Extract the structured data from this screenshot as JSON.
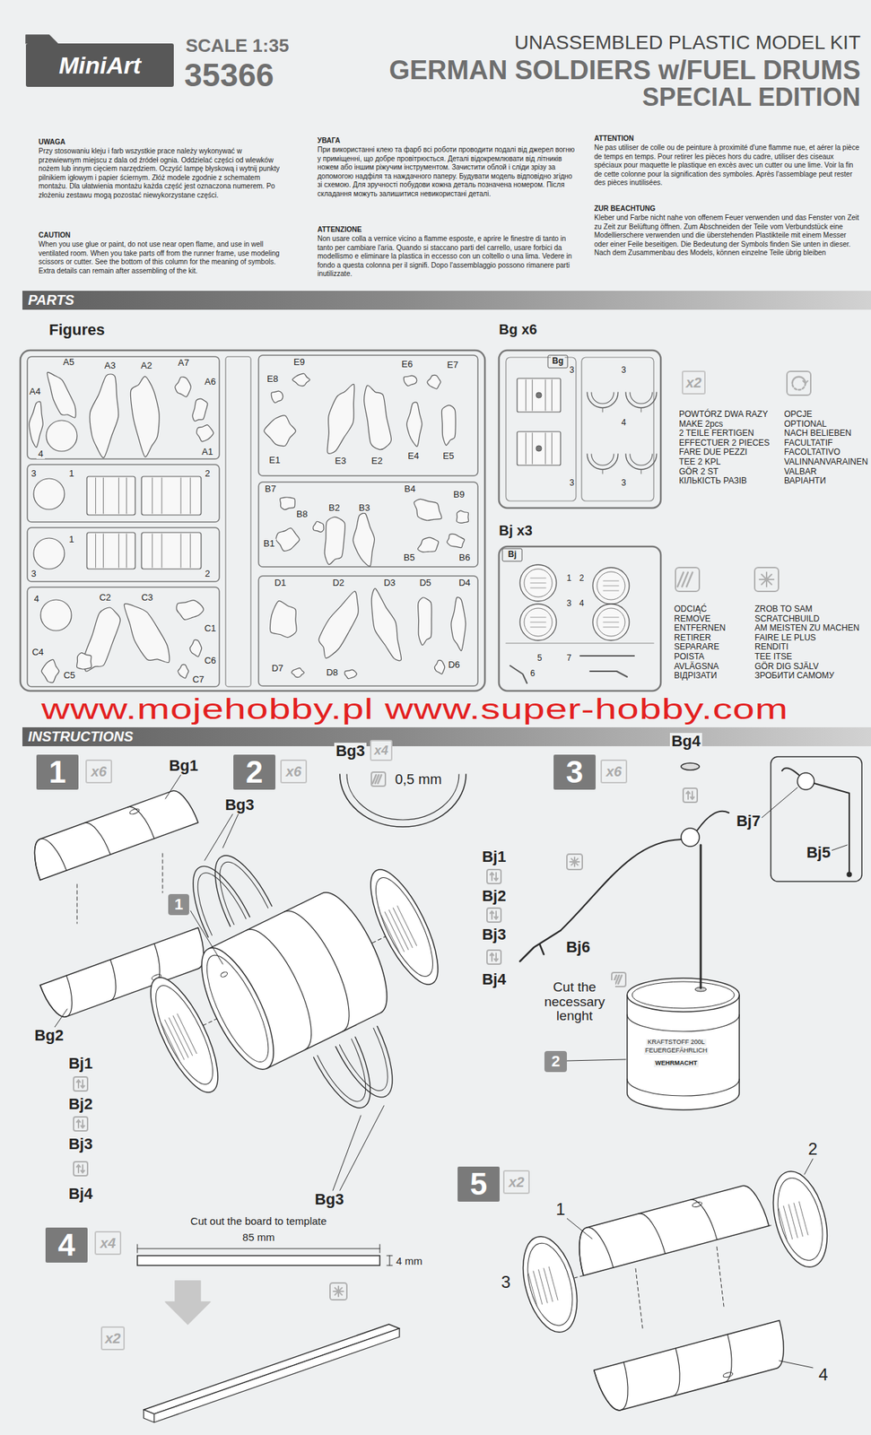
{
  "diagram": {
    "nodes": [
      {
        "text": [
          "MiniArt"
        ]
      },
      {
        "text": [
          "PARTS"
        ]
      },
      {
        "text": [
          "x2"
        ]
      },
      {
        "text": [
          "INSTRUCTIONS"
        ]
      },
      {
        "text": [
          "1"
        ]
      },
      {
        "text": [
          "x6"
        ]
      },
      {
        "text": [
          "2"
        ]
      },
      {
        "text": [
          "x6"
        ]
      },
      {
        "text": [
          "x4"
        ]
      },
      {
        "text": [
          "1"
        ]
      },
      {
        "text": [
          "3"
        ]
      },
      {
        "text": [
          "x6"
        ]
      },
      {
        "text": [
          "2"
        ]
      },
      {
        "text": [
          "4"
        ]
      },
      {
        "text": [
          "x4"
        ]
      },
      {
        "text": [
          "x2"
        ]
      },
      {
        "text": [
          "5"
        ]
      },
      {
        "text": [
          "x2"
        ]
      }
    ],
    "labels": [
      "SCALE 1:35",
      "35366",
      "UNASSEMBLED PLASTIC MODEL KIT",
      "GERMAN SOLDIERS w/FUEL DRUMS",
      "SPECIAL EDITION",
      "UWAGA",
      "Przy stosowaniu kleju i farb wszystkie prace należy wykonywać w przewiewnym miejscu z dala od źródeł ognia. Oddzielać części od wlewków nożem lub innym cięciem narzędziem. Oczyść lampę błyskową i wytnij punkty pilnikiem igłowym i papier ściernym. Złóż modele zgodnie z schematem montażu. Dla ułatwienia montażu każda część jest oznaczona numerem. Po złożeniu zestawu mogą pozostać niewykorzystane części.",
      "CAUTION",
      "When you use glue or paint, do not use near open flame, and use in well ventilated room. When you take parts off from the runner frame, use modeling scissors or cutter. See the bottom of this column for the meaning of symbols. Extra details can remain after assembling of the kit.",
      "УВАГА",
      "При використанні клею та фарб всі роботи проводити подалі від джерел вогню у приміщенні, що добре провітрюється. Деталі відокремлювати від літників ножем або іншим ріжучим інструментом. Зачистити облой і сліди зрізу за допомогою надфіля та наждачного паперу. Будувати модель відповідно згідно зі схемою. Для зручності побудови кожна деталь позначена номером. Після складання можуть залишитися невикористані деталі.",
      "ATTENZIONE",
      "Non usare colla a vernice vicino a flamme esposte, e aprire le finestre di tanto in tanto per cambiare l'aria. Quando si staccano parti del carrello, usare forbici da modellismo e eliminare la plastica in eccesso con un coltello o una lima. Vedere in fondo a questa colonna per il signifi. Dopo l'assemblaggio possono rimanere parti inutilizzate.",
      "ATTENTION",
      "Ne pas utiliser de colle ou de peinture à proximité d'une flamme nue, et aérer la pièce de temps en temps. Pour retirer les pièces hors du cadre, utiliser des ciseaux spéciaux pour maquette le plastique en excès avec un cutter ou une lime. Voir la fin de cette colonne pour la signification des symboles. Après l'assemblage peut rester des pièces inutilisées.",
      "ZUR BEACHTUNG",
      "Kleber und Farbe nicht nahe von offenem Feuer verwenden und das Fenster von Zeit zu Zeit zur Belüftung öffnen. Zum Abschneiden der Teile vom Verbundstück eine Modellierschere verwenden und die überstehenden Plastikteile mit einem Messer oder einer Feile beseitigen. Die Bedeutung der Symbols finden Sie unten in dieser. Nach dem Zusammenbau des Models, können einzelne Teile übrig bleiben",
      "Figures",
      "A5",
      "A3",
      "A2",
      "A7",
      "A6",
      "A4",
      "4",
      "A1",
      "3",
      "1",
      "2",
      "1",
      "3",
      "2",
      "4",
      "C2",
      "C3",
      "C1",
      "C4",
      "C5",
      "C6",
      "C7",
      "E8",
      "E9",
      "E6",
      "E7",
      "E1",
      "E3",
      "E2",
      "E4",
      "E5",
      "B7",
      "B8",
      "B2",
      "B3",
      "B4",
      "B9",
      "B1",
      "B5",
      "B6",
      "D1",
      "D2",
      "D3",
      "D5",
      "D4",
      "D7",
      "D8",
      "D6",
      "Bg x6",
      "Bg",
      "3",
      "3",
      "4",
      "3",
      "3",
      "Bj x3",
      "Bj",
      "1",
      "2",
      "3",
      "4",
      "5",
      "6",
      "7",
      "POWTÓRZ DWA RAZY",
      "MAKE 2pcs",
      "2 TEILE FERTIGEN",
      "EFFECTUER 2 PIECES",
      "FARE DUE PEZZI",
      "TEE 2 KPL",
      "GÖR 2 ST",
      "КІЛЬКІСТЬ РАЗІВ",
      "OPCJE",
      "OPTIONAL",
      "NACH BELIEBEN",
      "FACULTATIF",
      "FACOLTATIVO",
      "VALINNANVARAINEN",
      "VALBAR",
      "ВАРІАНТИ",
      "ODCIĄĆ",
      "REMOVE",
      "ENTFERNEN",
      "RETIRER",
      "SEPARARE",
      "POISTA",
      "AVLÄGSNA",
      "ВІДРІЗАТИ",
      "ZROB TO SAM",
      "SCRATCHBUILD",
      "AM MEISTEN ZU MACHEN",
      "FAIRE LE PLUS",
      "RENDITI",
      "TEE ITSE",
      "GÖR DIG SJÄLV",
      "ЗРОБИТИ САМОМУ",
      "www.mojehobby.pl www.super-hobby.com",
      "Bg1",
      "Bg2",
      "Bg3",
      "Bg3",
      "0,5 mm",
      "Bj1",
      "Bj2",
      "Bj3",
      "Bj4",
      "Bj1",
      "Bj2",
      "Bj3",
      "Bj4",
      "Bg3",
      "Bg4",
      "Bj7",
      "Bj5",
      "Bj6",
      "Cut the necessary lenght",
      "KRAFTSTOFF 200L",
      "FEUERGEFÄHRLICH",
      "WEHRMACHT",
      "Cut out the board to template",
      "85 mm",
      "4 mm",
      "1",
      "2",
      "3",
      "4"
    ]
  }
}
